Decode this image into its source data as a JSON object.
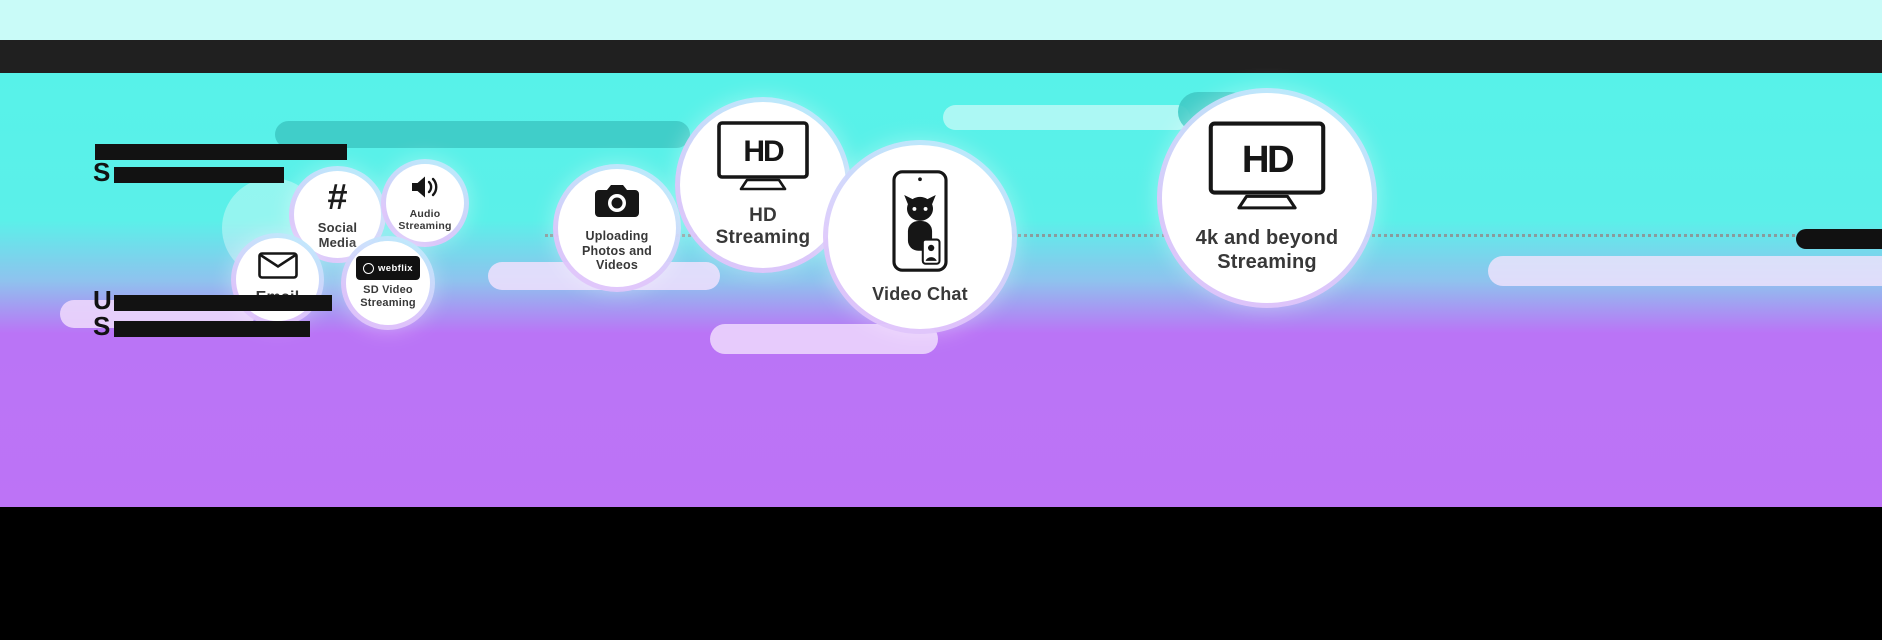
{
  "colors": {
    "top_strip": "#C9FBF8",
    "top_bar": "#202020",
    "background_teal": "#57F2E9",
    "background_purple": "#BD73F6",
    "bottom_bar": "#000000",
    "decor_pill_teal": "#3ECBC6",
    "decor_pill_lavender": "#EBD6FB",
    "dotted_line": "#8F8F8F",
    "label_text": "#383838"
  },
  "redacted": {
    "line2_prefix": "S",
    "line3_prefix": "U",
    "line4_prefix": "S"
  },
  "bubbles": [
    {
      "label": "Email",
      "icon": "envelope-icon"
    },
    {
      "label": "Social Media",
      "icon": "hashtag-icon",
      "glyph": "#"
    },
    {
      "label": "Audio Streaming",
      "icon": "speaker-icon"
    },
    {
      "label": "SD Video Streaming",
      "icon": "webflix-badge",
      "badge": "webflix"
    },
    {
      "label": "Uploading Photos and Videos",
      "icon": "camera-icon"
    },
    {
      "label": "HD Streaming",
      "icon": "tv-hd-icon",
      "screen_text": "HD"
    },
    {
      "label": "Video Chat",
      "icon": "phone-cat-icon"
    },
    {
      "label": "4k and beyond Streaming",
      "icon": "tv-hd-icon",
      "screen_text": "HD"
    }
  ]
}
